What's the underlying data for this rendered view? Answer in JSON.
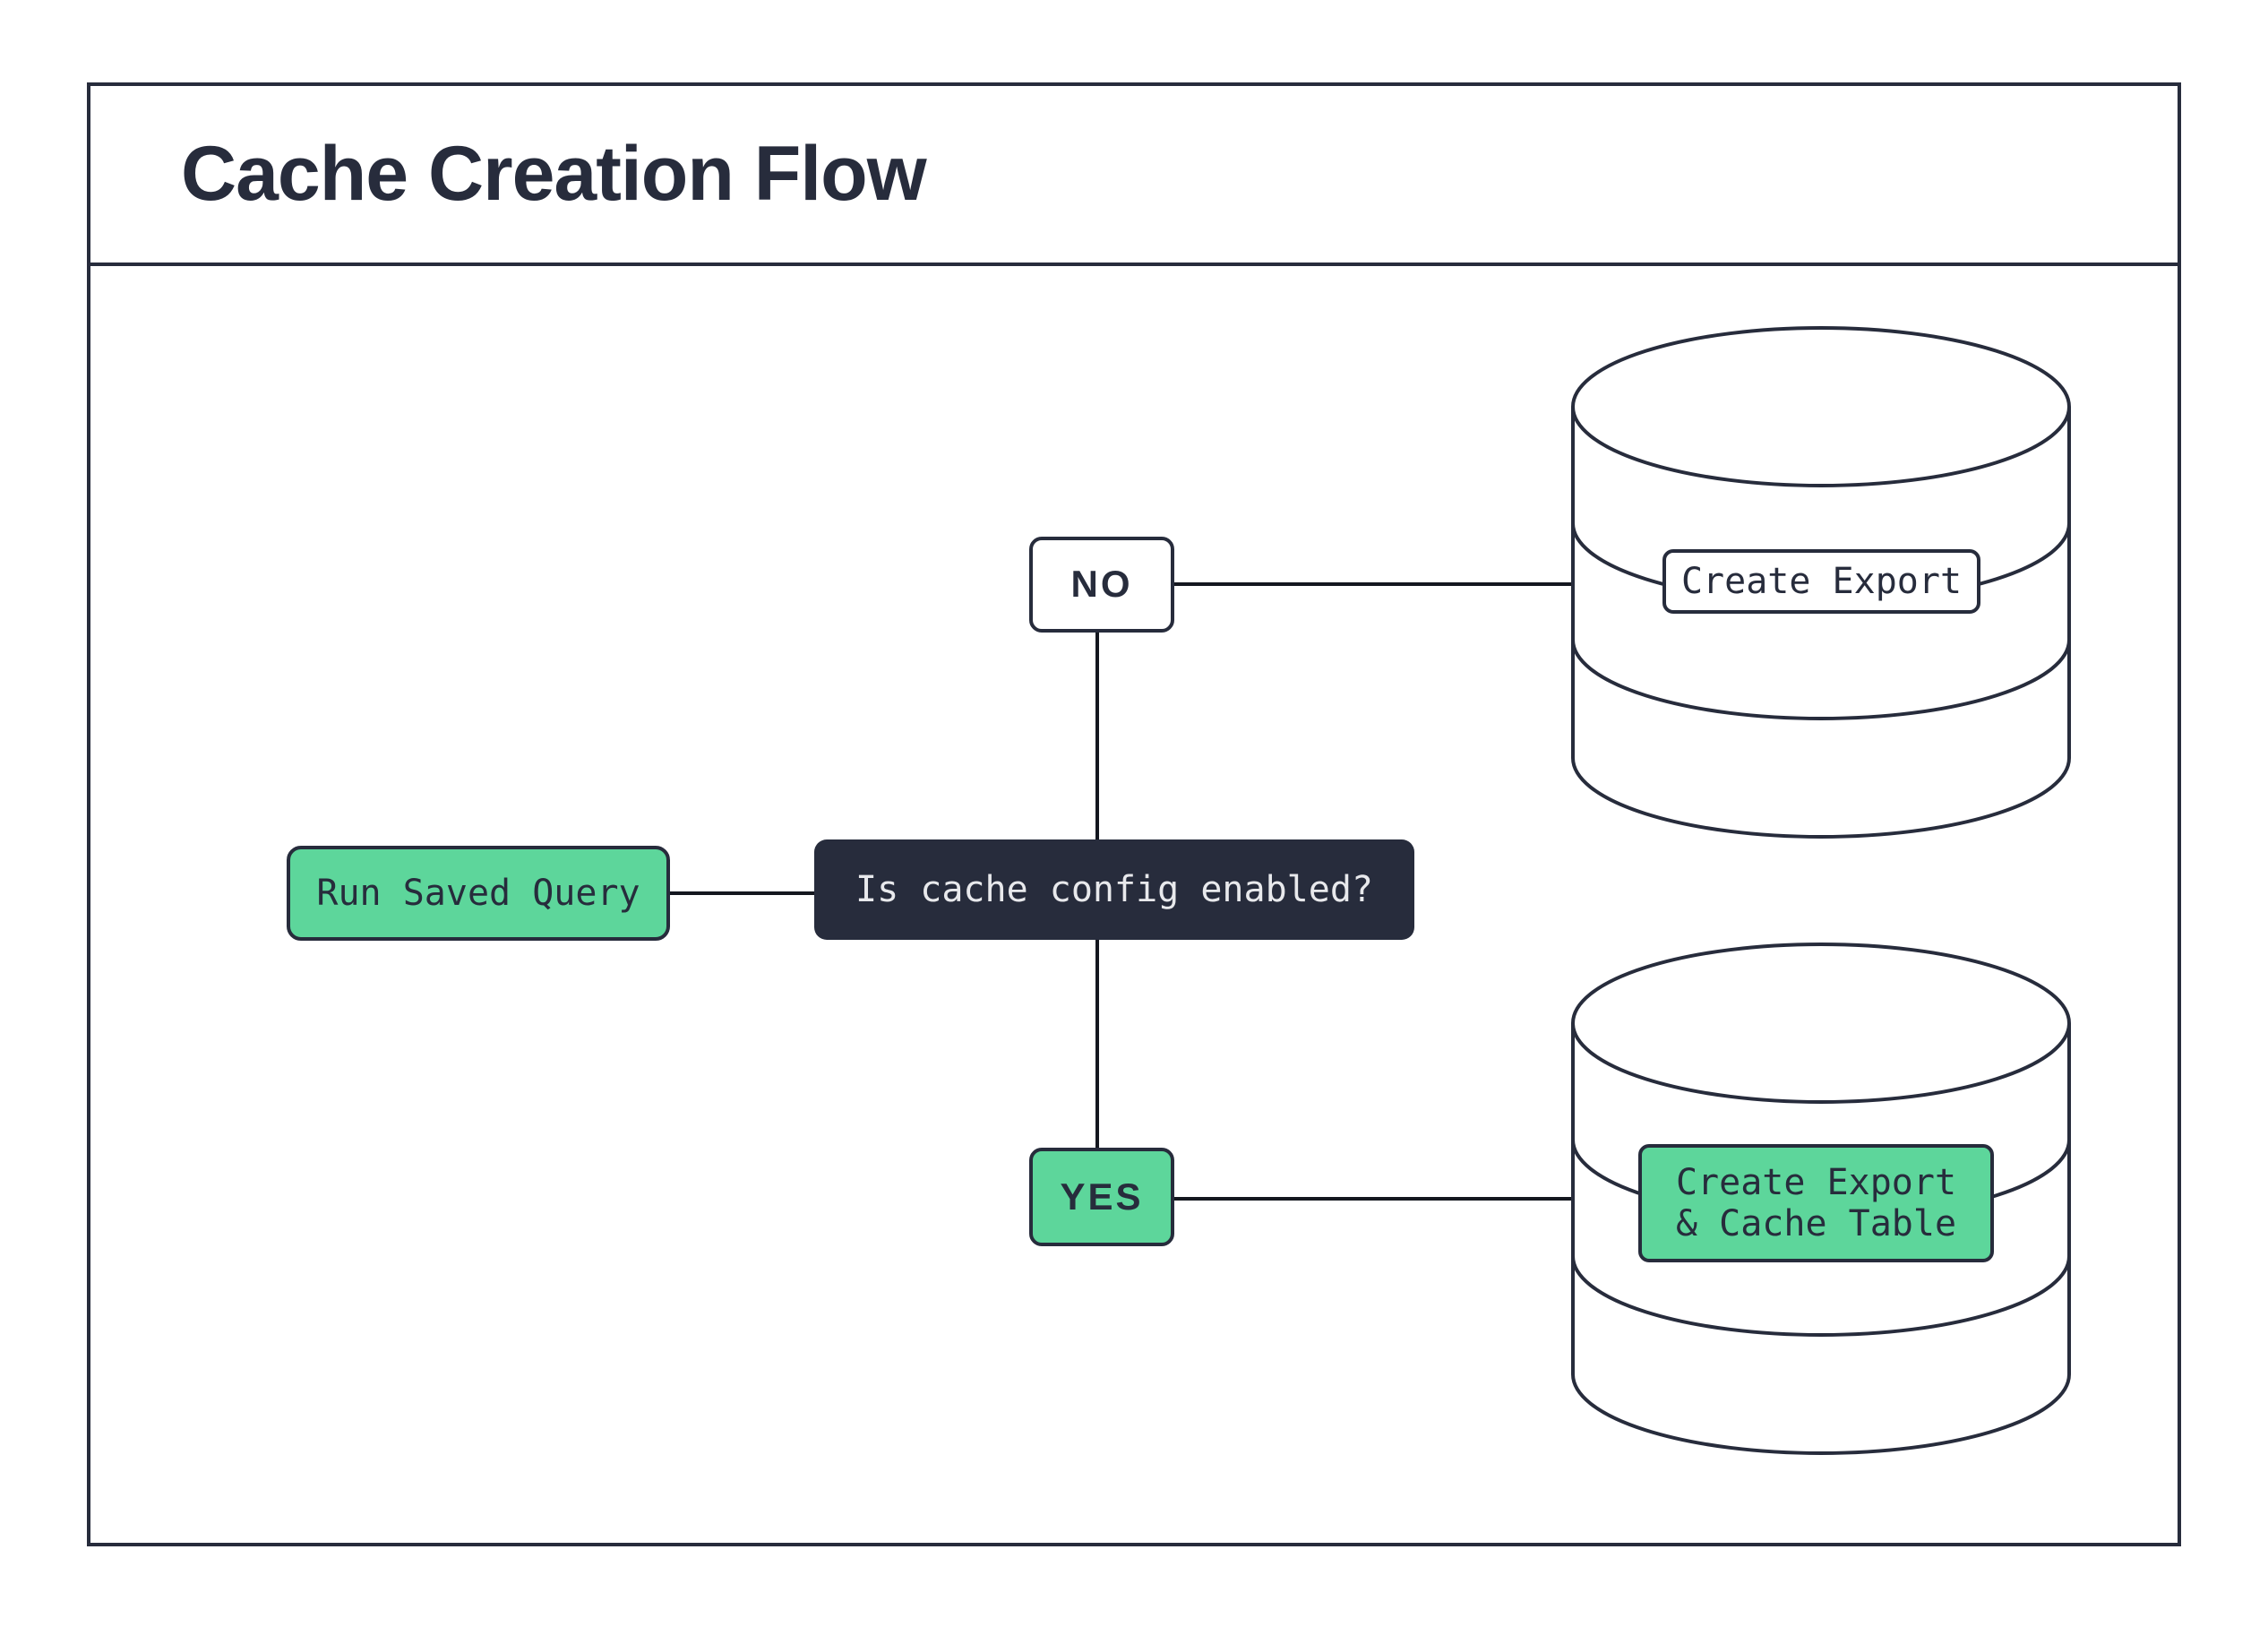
{
  "title": "Cache Creation Flow",
  "colors": {
    "dark": "#272c3c",
    "green": "#5dd69b",
    "line": "#14171f",
    "light_text": "#e8e9ec",
    "bg": "#ffffff"
  },
  "flow": {
    "start": {
      "label": "Run Saved Query"
    },
    "decision": {
      "label": "Is cache config enabled?"
    },
    "branch_no": {
      "label": "NO"
    },
    "branch_yes": {
      "label": "YES"
    },
    "no_result": {
      "label": "Create Export"
    },
    "yes_result": {
      "lines": [
        "Create Export",
        "& Cache Table"
      ]
    }
  }
}
